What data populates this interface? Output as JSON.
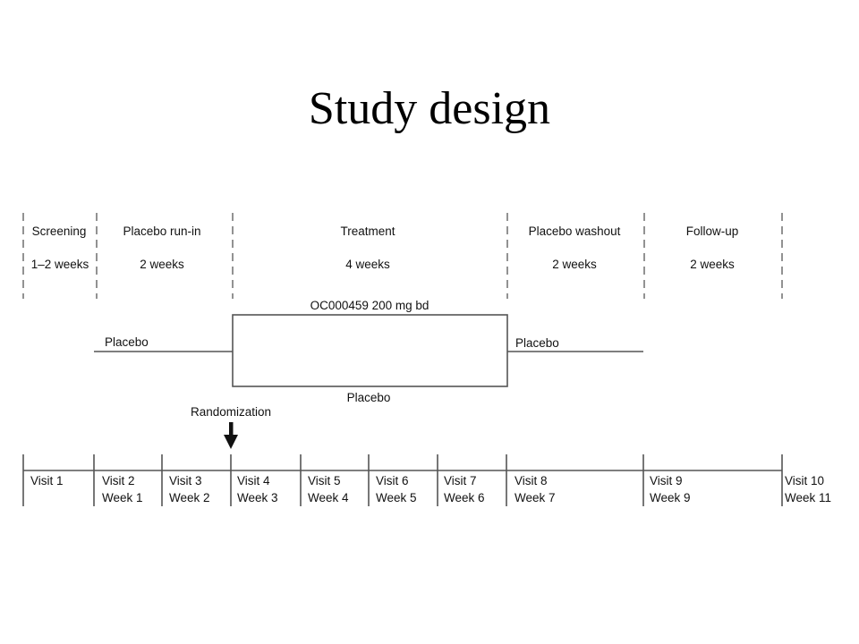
{
  "title": "Study design",
  "phases": [
    {
      "name": "Screening",
      "duration": "1–2 weeks"
    },
    {
      "name": "Placebo run-in",
      "duration": "2 weeks"
    },
    {
      "name": "Treatment",
      "duration": "4 weeks"
    },
    {
      "name": "Placebo washout",
      "duration": "2 weeks"
    },
    {
      "name": "Follow-up",
      "duration": "2 weeks"
    }
  ],
  "arms": {
    "active_label": "OC000459 200 mg bd",
    "placebo_label": "Placebo",
    "runin_label": "Placebo",
    "washout_label": "Placebo"
  },
  "randomization_label": "Randomization",
  "visits": [
    {
      "visit": "Visit 1",
      "week": ""
    },
    {
      "visit": "Visit 2",
      "week": "Week 1"
    },
    {
      "visit": "Visit 3",
      "week": "Week 2"
    },
    {
      "visit": "Visit 4",
      "week": "Week 3"
    },
    {
      "visit": "Visit 5",
      "week": "Week 4"
    },
    {
      "visit": "Visit 6",
      "week": "Week 5"
    },
    {
      "visit": "Visit 7",
      "week": "Week 6"
    },
    {
      "visit": "Visit 8",
      "week": "Week 7"
    },
    {
      "visit": "Visit 9",
      "week": "Week 9"
    },
    {
      "visit": "Visit 10",
      "week": "Week 11"
    }
  ]
}
